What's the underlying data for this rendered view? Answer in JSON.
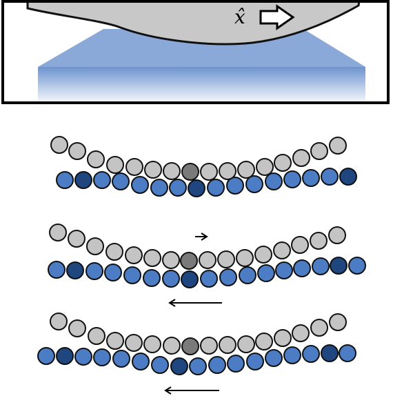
{
  "direction_label": "x̂",
  "colors": {
    "tip_fill": "#c8c8c8",
    "tip_outline": "#111111",
    "substrate_top": "#8aa8d8",
    "substrate_front": "#6d93cf",
    "substrate_fade": "#ffffff",
    "atom_light": "#c4c4c4",
    "atom_dark": "#7a7a7a",
    "atom_blue": "#4b7cc4",
    "atom_navy": "#1f467f",
    "frame": "#000000"
  },
  "icons": [
    "right-arrow-icon",
    "left-arrow-icon"
  ],
  "panels": [
    {
      "name": "panel-1",
      "tip_displacement_arrow": false,
      "substrate_displacement_arrow": false
    },
    {
      "name": "panel-2",
      "tip_displacement_arrow": true,
      "substrate_displacement_arrow": true
    },
    {
      "name": "panel-3",
      "tip_displacement_arrow": false,
      "substrate_displacement_arrow": true
    }
  ]
}
